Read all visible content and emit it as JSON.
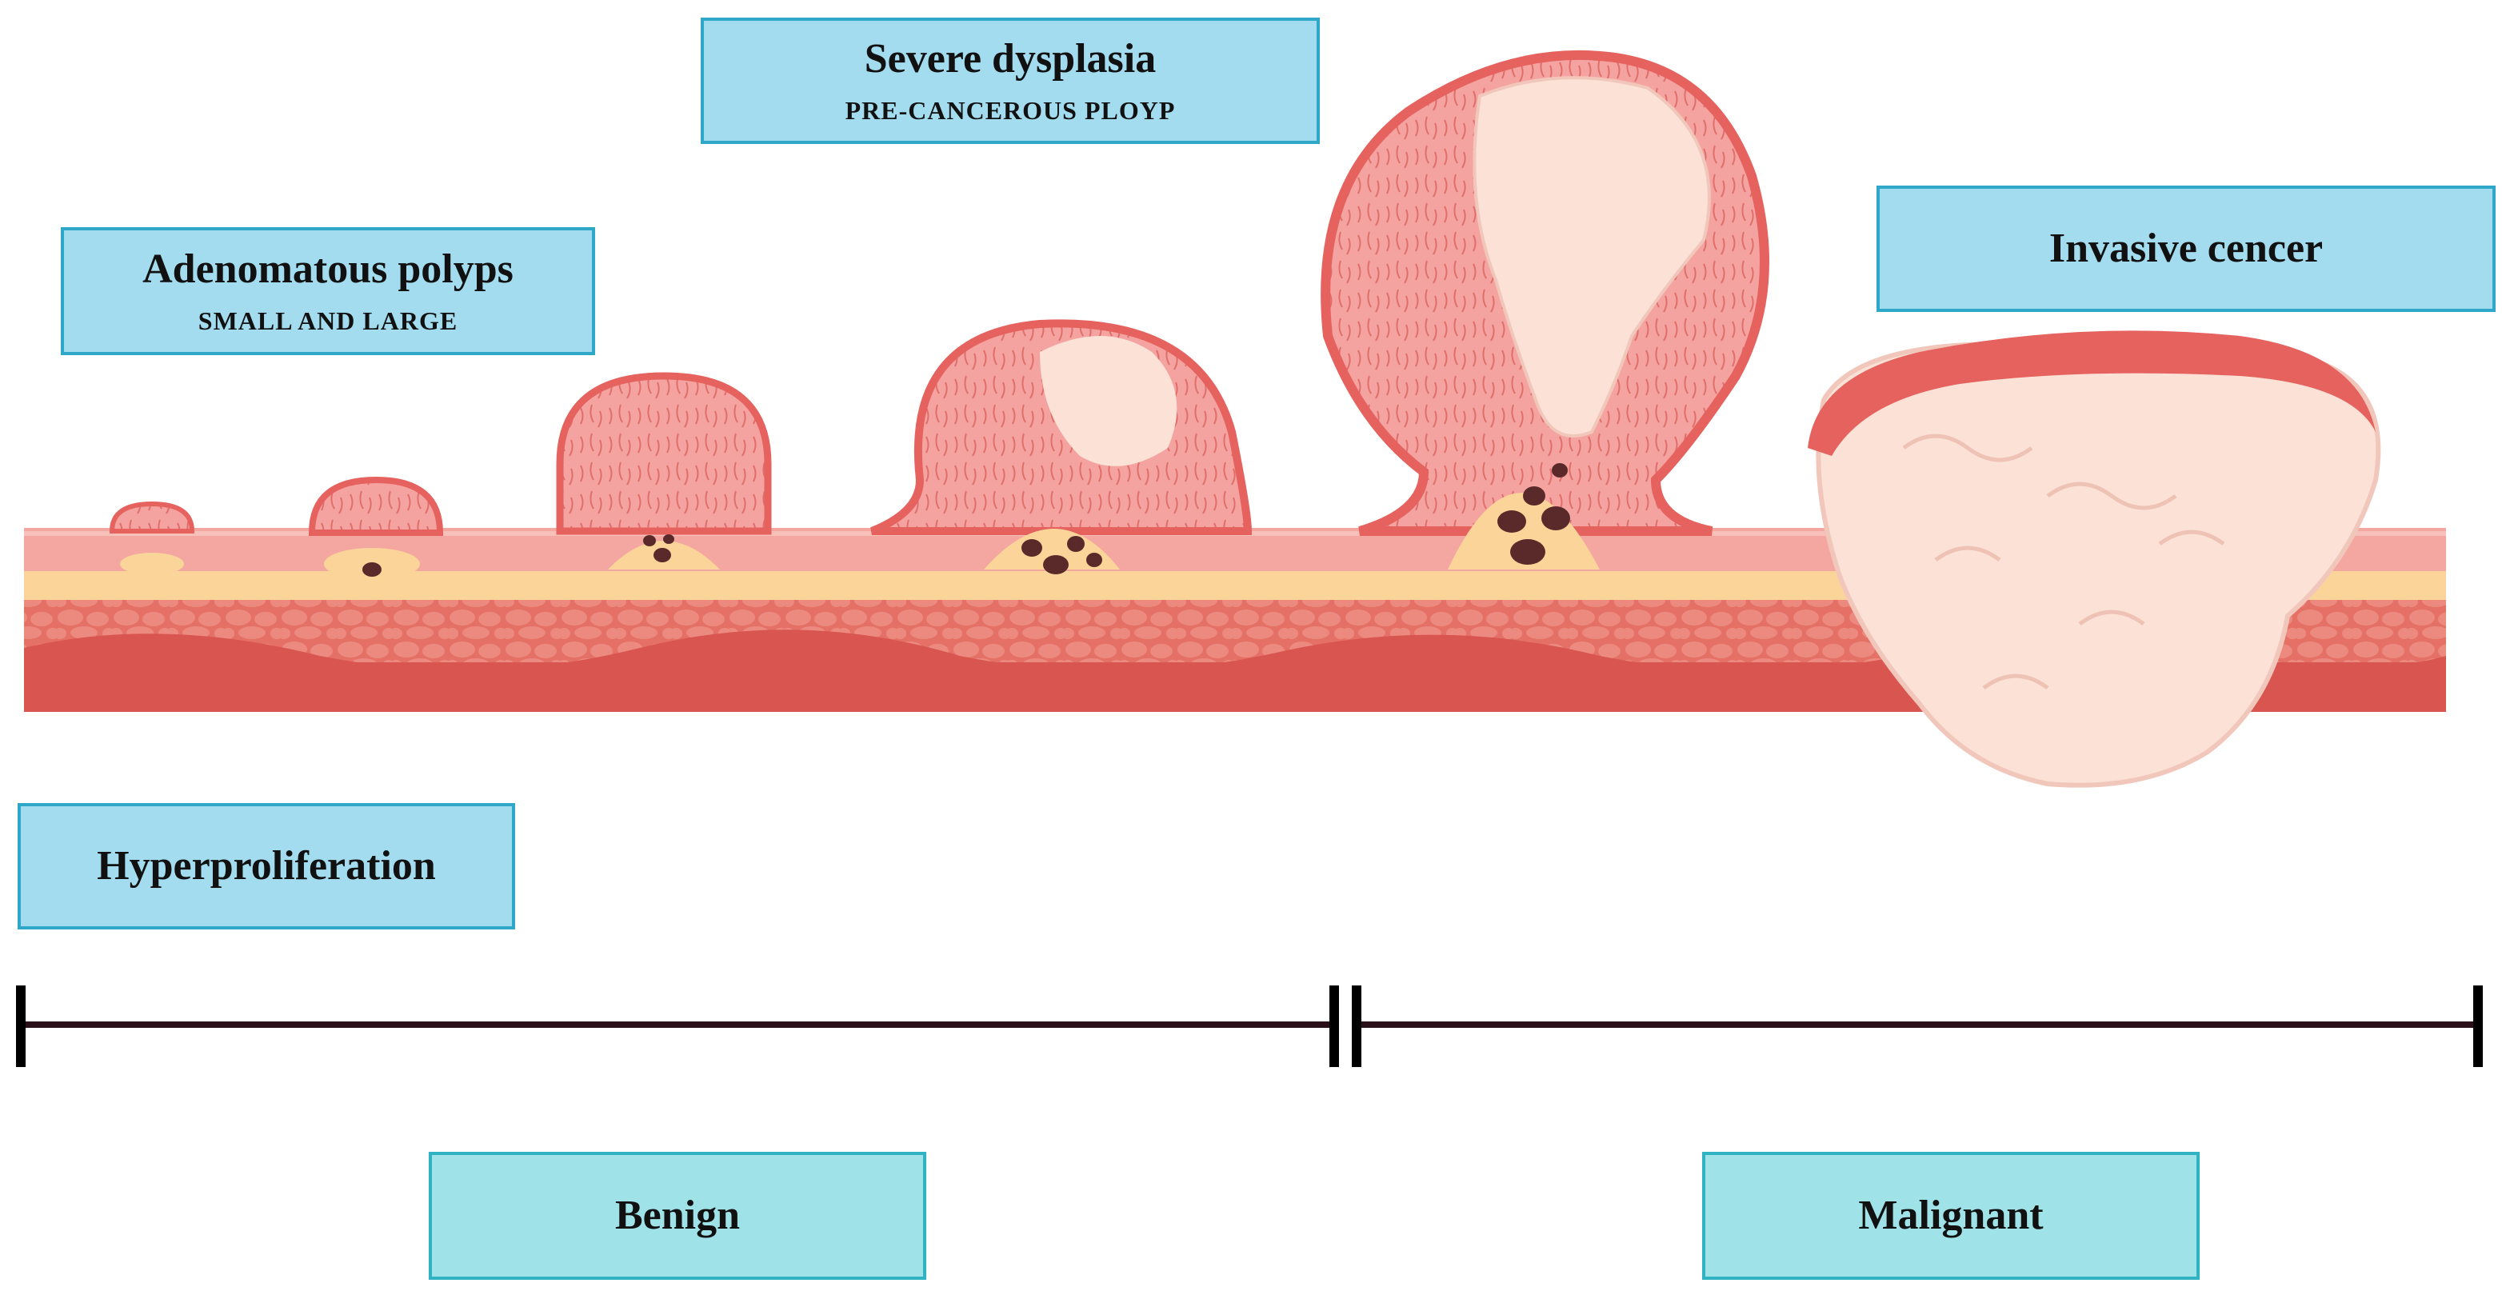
{
  "stages": {
    "adenomatous": {
      "title": "Adenomatous polyps",
      "subtitle": "SMALL AND LARGE"
    },
    "dysplasia": {
      "title": "Severe dysplasia",
      "subtitle": "PRE-CANCEROUS PLOYP"
    },
    "invasive": {
      "title": "Invasive cencer"
    },
    "hyper": {
      "title": "Hyperproliferation"
    }
  },
  "timeline": {
    "benign": "Benign",
    "malignant": "Malignant"
  },
  "colors": {
    "mucosa": "#f4a7a0",
    "polyp": "#f7b3ae",
    "polyp_rim": "#e5625e",
    "submucosa": "#fbd49a",
    "muscle": "#e57066",
    "muscle_dark": "#d85550",
    "tumor": "#fbe1d6",
    "nucleus": "#5a2a2a"
  }
}
